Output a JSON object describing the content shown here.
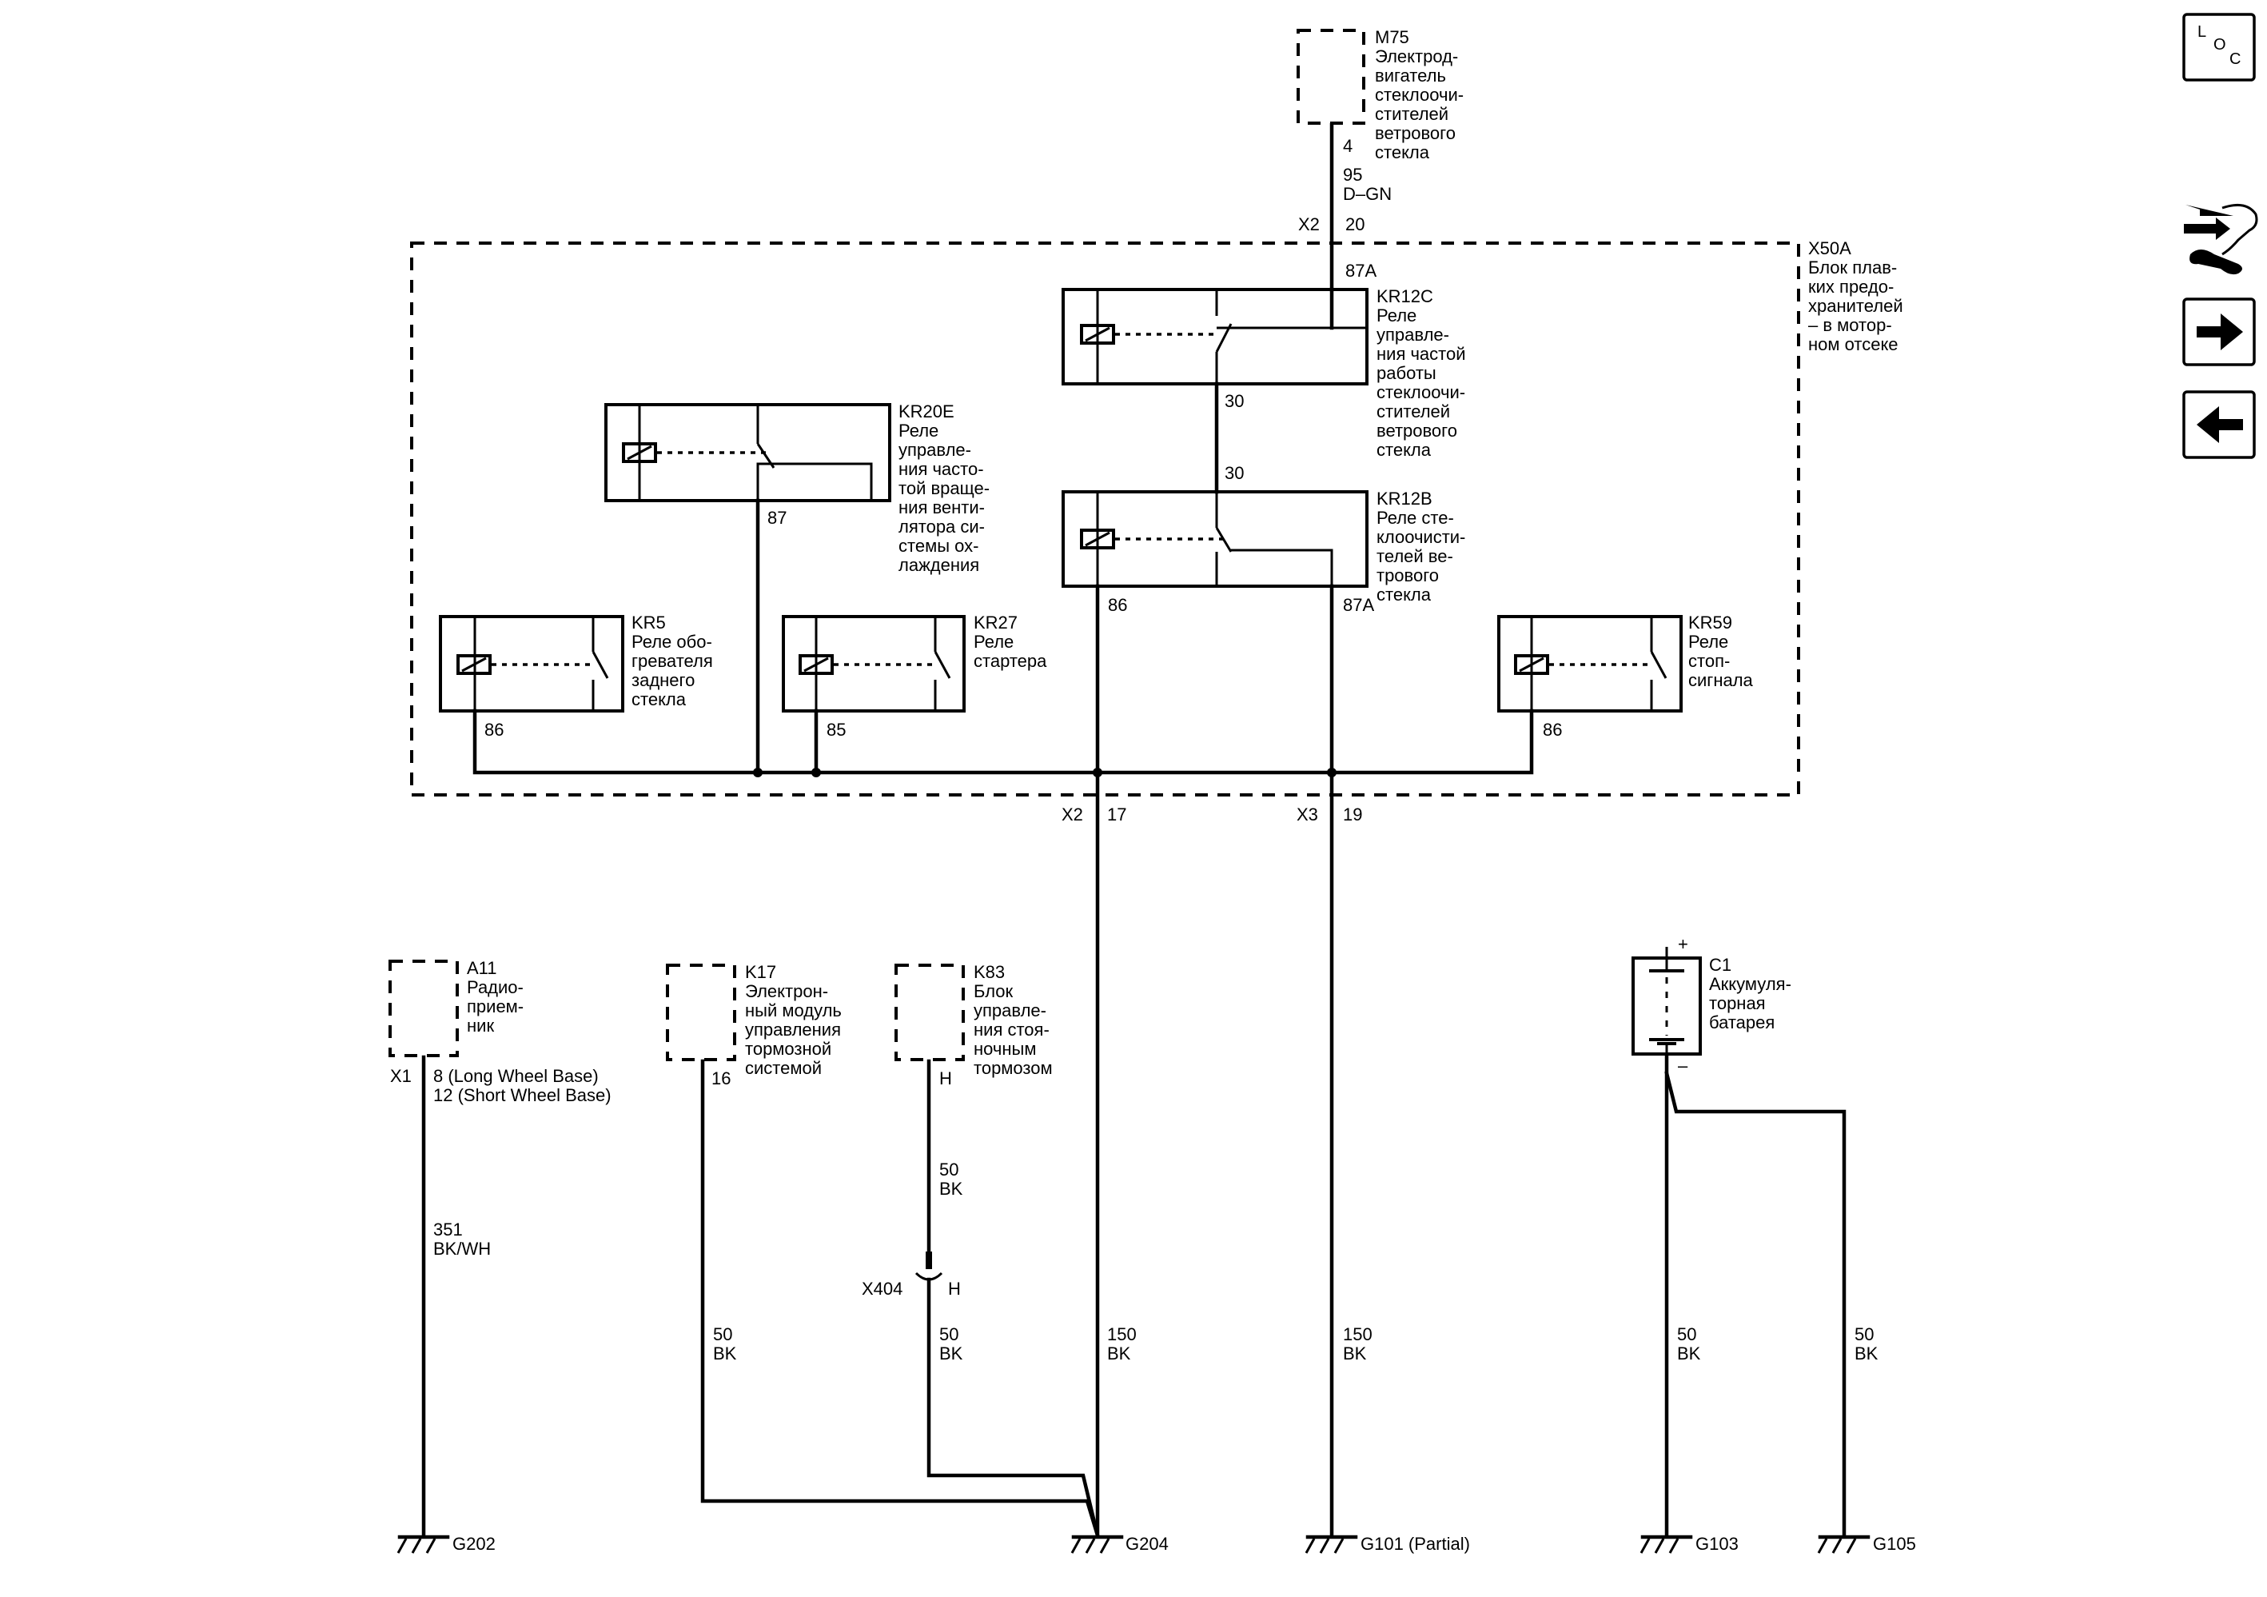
{
  "modules": {
    "m75": {
      "id": "M75",
      "desc": [
        "Электрод-",
        "вигатель",
        "стеклоочи-",
        "стителей",
        "ветрового",
        "стекла"
      ],
      "pin": "4"
    },
    "x50a": {
      "id": "X50A",
      "desc": [
        "Блок плав-",
        "ких предо-",
        "хранителей",
        "– в мотор-",
        "ном отсеке"
      ]
    },
    "a11": {
      "id": "A11",
      "desc": [
        "Радио-",
        "прием-",
        "ник"
      ],
      "connector": "X1",
      "pins": [
        "8 (Long Wheel Base)",
        "12 (Short Wheel Base)"
      ]
    },
    "k17": {
      "id": "K17",
      "desc": [
        "Электрон-",
        "ный модуль",
        "управления",
        "тормозной",
        "системой"
      ],
      "pin": "16"
    },
    "k83": {
      "id": "K83",
      "desc": [
        "Блок",
        "управле-",
        "ния стоя-",
        "ночным",
        "тормозом"
      ],
      "pin": "H"
    },
    "c1": {
      "id": "C1",
      "desc": [
        "Аккумуля-",
        "торная",
        "батарея"
      ],
      "plus": "+",
      "minus": "–"
    }
  },
  "relays": {
    "kr12c": {
      "id": "KR12C",
      "desc": [
        "Реле",
        "управле-",
        "ния частой",
        "работы",
        "стеклоочи-",
        "стителей",
        "ветрового",
        "стекла"
      ],
      "pins": [
        "87A",
        "30"
      ]
    },
    "kr12b": {
      "id": "KR12B",
      "desc": [
        "Реле сте-",
        "клоочисти-",
        "телей ве-",
        "трового",
        "стекла"
      ],
      "pins": [
        "30",
        "86",
        "87A"
      ]
    },
    "kr20e": {
      "id": "KR20E",
      "desc": [
        "Реле",
        "управле-",
        "ния часто-",
        "той враще-",
        "ния венти-",
        "лятора си-",
        "стемы ох-",
        "лаждения"
      ],
      "pin": "87"
    },
    "kr5": {
      "id": "KR5",
      "desc": [
        "Реле обо-",
        "гревателя",
        "заднего",
        "стекла"
      ],
      "pin": "86"
    },
    "kr27": {
      "id": "KR27",
      "desc": [
        "Реле",
        "стартера"
      ],
      "pin": "85"
    },
    "kr59": {
      "id": "KR59",
      "desc": [
        "Реле",
        "стоп-",
        "сигнала"
      ],
      "pin": "86"
    }
  },
  "connectors": {
    "top": {
      "name": "X2",
      "pin": "20"
    },
    "bottom_left": {
      "name": "X2",
      "pin": "17"
    },
    "bottom_right": {
      "name": "X3",
      "pin": "19"
    },
    "x404": {
      "name": "X404",
      "pin": "H"
    }
  },
  "wires": {
    "m75": {
      "circuit": "95",
      "color": "D–GN"
    },
    "a11": {
      "circuit": "351",
      "color": "BK/WH"
    },
    "k17": {
      "circuit": "50",
      "color": "BK"
    },
    "k83_upper": {
      "circuit": "50",
      "color": "BK"
    },
    "k83_lower": {
      "circuit": "50",
      "color": "BK"
    },
    "x2_17": {
      "circuit": "150",
      "color": "BK"
    },
    "x3_19": {
      "circuit": "150",
      "color": "BK"
    },
    "c1_a": {
      "circuit": "50",
      "color": "BK"
    },
    "c1_b": {
      "circuit": "50",
      "color": "BK"
    }
  },
  "grounds": {
    "g202": "G202",
    "g204": "G204",
    "g101": "G101 (Partial)",
    "g103": "G103",
    "g105": "G105"
  },
  "nav": {
    "loc_top": "L",
    "loc_mid": "O",
    "loc_bot": "C",
    "icons": [
      "wiring-repair-icon",
      "next-page-arrow-icon",
      "previous-page-arrow-icon"
    ]
  }
}
